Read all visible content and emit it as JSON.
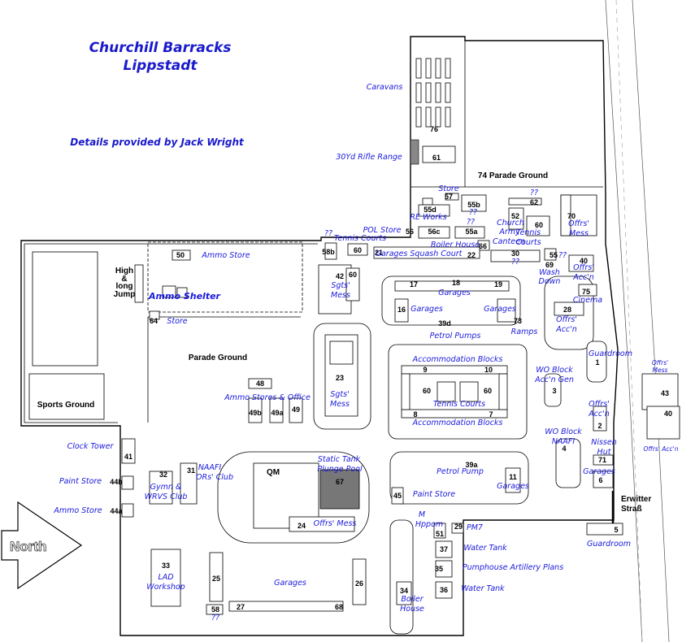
{
  "map": {
    "title_line1": "Churchill Barracks",
    "title_line2": "Lippstadt",
    "credit": "Details provided by Jack Wright",
    "north_label": "North",
    "street_line1": "Erwitter",
    "street_line2": "Straß"
  },
  "black_labels": {
    "high_jump_1": "High",
    "high_jump_2": "&",
    "high_jump_3": "long",
    "high_jump_4": "Jump",
    "parade_ground": "Parade Ground",
    "sports_ground": "Sports Ground",
    "parade_ground_74": "74 Parade Ground",
    "qm": "QM"
  },
  "numbers": {
    "n76": "76",
    "n61": "61",
    "n57": "57",
    "n55b": "55b",
    "n55d": "55d",
    "n56": "56",
    "n56c": "56c",
    "n55a": "55a",
    "n62": "62",
    "n52": "52",
    "n60a": "60",
    "n70": "70",
    "n66": "66",
    "n22": "22",
    "n30": "30",
    "n69": "69",
    "n55": "55",
    "n40a": "40",
    "n58b": "58b",
    "n60b": "60",
    "n21": "21",
    "n42": "42",
    "n60c": "60",
    "n50": "50",
    "n17": "17",
    "n18": "18",
    "n19": "19",
    "n16": "16",
    "n39d": "39d",
    "n73": "73",
    "n75": "75",
    "n28": "28",
    "n64": "64",
    "n23": "23",
    "n9": "9",
    "n10": "10",
    "n60d": "60",
    "n60e": "60",
    "n8": "8",
    "n7": "7",
    "n1": "1",
    "n3": "3",
    "n48": "48",
    "n49b": "49b",
    "n49a": "49a",
    "n49": "49",
    "n43": "43",
    "n2": "2",
    "n40b": "40",
    "n4": "4",
    "n71": "71",
    "n6": "6",
    "n41": "41",
    "n32": "32",
    "n31": "31",
    "n67": "67",
    "n39a": "39a",
    "n11": "11",
    "n45": "45",
    "n44b": "44b",
    "n44a": "44a",
    "n24": "24",
    "n51": "51",
    "n29": "29",
    "n5": "5",
    "n37": "37",
    "n35": "35",
    "n36": "36",
    "n33": "33",
    "n25": "25",
    "n26": "26",
    "n34": "34",
    "n58": "58",
    "n27": "27",
    "n68": "68"
  },
  "blue_labels": {
    "caravans": "Caravans",
    "rifle_range": "30Yd Rifle Range",
    "store_57": "Store",
    "re_works": "RE Works",
    "q_55b": "??",
    "q_55a": "??",
    "q_62": "??",
    "church": "Church",
    "army": "Army",
    "canteen": "Canteen",
    "tennis_courts_ne": "Tennis",
    "tennis_courts_ne2": "Courts",
    "offrs_mess_70": "Offrs'",
    "offrs_mess_70b": "Mess",
    "pol_store": "POL Store",
    "tennis_courts_n": "Tennis Courts",
    "q_58b": "??",
    "boiler_house_n": "Boiler House",
    "garages_squash": "Garages Squash Court",
    "q_30": "??",
    "q_55": "??",
    "wash_down_1": "Wash",
    "wash_down_2": "Down",
    "offrs_acc_40_1": "Offrs'",
    "offrs_acc_40_2": "Acc'n",
    "ammo_store_50": "Ammo Store",
    "sgts_mess_42_1": "Sgts'",
    "sgts_mess_42_2": "Mess",
    "ammo_shelter": "Ammo Shelter",
    "garages_top": "Garages",
    "garages_16": "Garages",
    "garages_73": "Garages",
    "petrol_pumps": "Petrol Pumps",
    "ramps": "Ramps",
    "cinema": "Cinema",
    "offrs_acc_28_1": "Offrs'",
    "offrs_acc_28_2": "Acc'n",
    "store_64": "Store",
    "guardroom_1": "Guardroom",
    "offrs_mess_43_1": "Offrs'",
    "offrs_mess_43_2": "Mess",
    "accommodation_blocks_1": "Accommodation Blocks",
    "wo_block_1": "WO Block",
    "wo_block_2": "Acc'n Gen",
    "tennis_courts_c": "Tennis Courts",
    "ammo_stores_office": "Ammo Stores & Office",
    "sgts_mess_23_1": "Sgts'",
    "sgts_mess_23_2": "Mess",
    "offrs_acc_2_1": "Offrs'",
    "offrs_acc_2_2": "Acc'n",
    "accommodation_blocks_2": "Accommodation Blocks",
    "wo_block_naafi_1": "WO Block",
    "wo_block_naafi_2": "NAAFI",
    "offrs_acc_40b": "Offrs' Acc'n",
    "nissen_hut_1": "Nissen",
    "nissen_hut_2": "Hut",
    "clock_tower": "Clock Tower",
    "naafi_1": "NAAFI",
    "naafi_2": "ORs' Club",
    "static_tank_1": "Static Tank",
    "static_tank_2": "Plunge Pool",
    "petrol_pump_39a": "Petrol Pump",
    "garages_6": "Garages",
    "paint_store_44b": "Paint Store",
    "gymn_1": "Gymn &",
    "gymn_2": "WRVS Club",
    "garages_11": "Garages",
    "paint_store_45": "Paint Store",
    "ammo_store_44a": "Ammo Store",
    "m_hppom_1": "M",
    "m_hppom_2": "Hppom",
    "offrs_mess_24": "Offrs' Mess",
    "pm7": "PM7",
    "guardroom_5": "Guardroom",
    "water_tank_37": "Water Tank",
    "lad_1": "LAD",
    "lad_2": "Workshop",
    "pumphouse": "Pumphouse Artillery Plans",
    "garages_bottom": "Garages",
    "water_tank_36": "Water Tank",
    "boiler_house_1": "Boiler",
    "boiler_house_2": "House",
    "q_58": "??"
  }
}
